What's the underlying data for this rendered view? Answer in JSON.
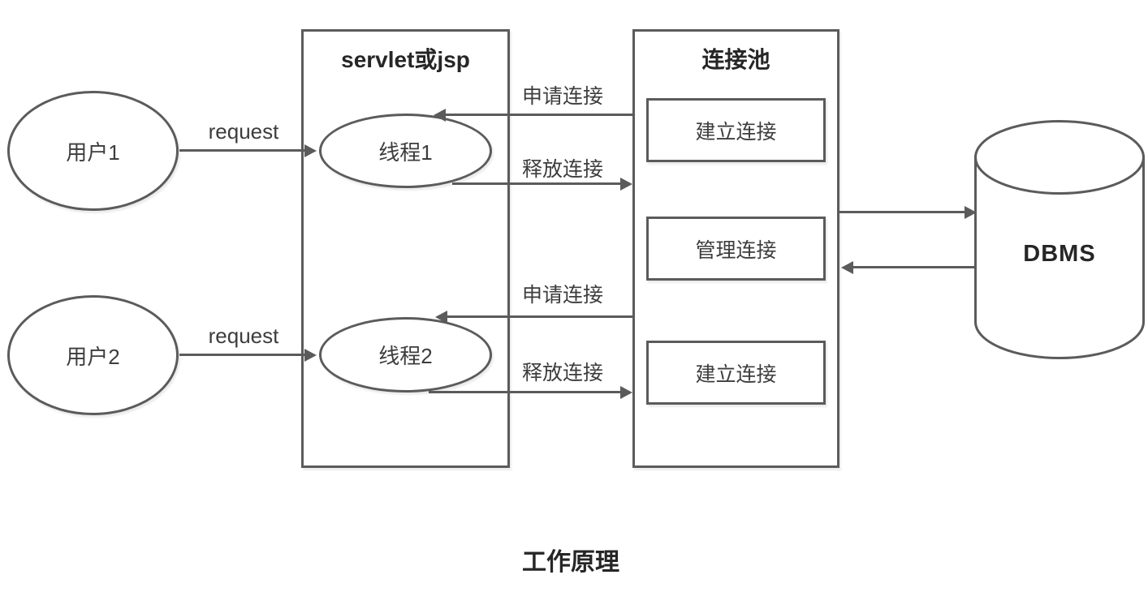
{
  "title": "工作原理",
  "nodes": {
    "user1": {
      "label": "用户1"
    },
    "user2": {
      "label": "用户2"
    },
    "servlet": {
      "label": "servlet或jsp"
    },
    "thread1": {
      "label": "线程1"
    },
    "thread2": {
      "label": "线程2"
    },
    "pool": {
      "label": "连接池"
    },
    "establish1": {
      "label": "建立连接"
    },
    "manage": {
      "label": "管理连接"
    },
    "establish2": {
      "label": "建立连接"
    },
    "dbms": {
      "label": "DBMS"
    }
  },
  "edges": {
    "request1": {
      "label": "request"
    },
    "request2": {
      "label": "request"
    },
    "acquire1": {
      "label": "申请连接"
    },
    "release1": {
      "label": "释放连接"
    },
    "acquire2": {
      "label": "申请连接"
    },
    "release2": {
      "label": "释放连接"
    }
  },
  "colors": {
    "stroke": "#5b5b5b",
    "text": "#3d3d3d",
    "heading": "#262626"
  }
}
